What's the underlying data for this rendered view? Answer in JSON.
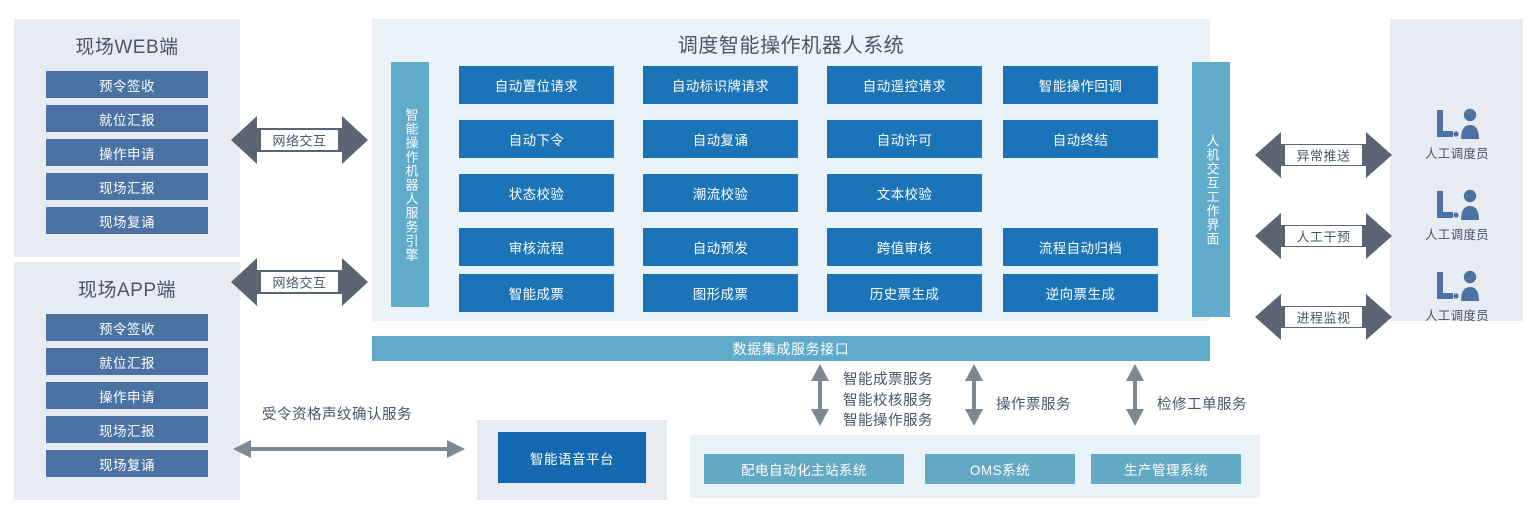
{
  "diagram": {
    "title": "调度智能操作机器人系统",
    "colors": {
      "grid_blue": "#1b74b8",
      "client_button_blue": "#4a72a3",
      "teal": "#5fabc9",
      "lavender_panel": "#e8ebf2",
      "pale_panel": "#eaf3f7",
      "arrow_gray": "#5a6472",
      "text_gray": "#4a5568"
    }
  },
  "left": {
    "web_client": {
      "title": "现场WEB端",
      "items": [
        "预令签收",
        "就位汇报",
        "操作申请",
        "现场汇报",
        "现场复诵"
      ]
    },
    "app_client": {
      "title": "现场APP端",
      "items": [
        "预令签收",
        "就位汇报",
        "操作申请",
        "现场汇报",
        "现场复诵"
      ]
    },
    "arrow_web_label": "网络交互",
    "arrow_app_label": "网络交互",
    "voiceprint_label": "受令资格声纹确认服务"
  },
  "center": {
    "engine_bar": "智能操作机器人服务引擎",
    "grid": [
      [
        "自动置位请求",
        "自动标识牌请求",
        "自动遥控请求",
        "智能操作回调"
      ],
      [
        "自动下令",
        "自动复诵",
        "自动许可",
        "自动终结"
      ],
      [
        "状态校验",
        "潮流校验",
        "文本校验",
        ""
      ],
      [
        "审核流程",
        "自动预发",
        "跨值审核",
        "流程自动归档"
      ],
      [
        "智能成票",
        "图形成票",
        "历史票生成",
        "逆向票生成"
      ]
    ],
    "data_bar": "数据集成服务接口",
    "voice_platform": "智能语音平台"
  },
  "right": {
    "hmi_bar": "人机交互工作界面",
    "arrows": [
      {
        "label": "异常推送"
      },
      {
        "label": "人工干预"
      },
      {
        "label": "进程监视"
      }
    ],
    "dispatchers": [
      {
        "icon": "operator-at-console-icon",
        "label": "人工调度员"
      },
      {
        "icon": "operator-at-console-icon",
        "label": "人工调度员"
      },
      {
        "icon": "operator-at-console-icon",
        "label": "人工调度员"
      }
    ]
  },
  "bottom": {
    "service_groups": [
      {
        "text": "智能成票服务\n智能校核服务\n智能操作服务"
      },
      {
        "text": "操作票服务"
      },
      {
        "text": "检修工单服务"
      }
    ],
    "systems": [
      "配电自动化主站系统",
      "OMS系统",
      "生产管理系统"
    ]
  }
}
